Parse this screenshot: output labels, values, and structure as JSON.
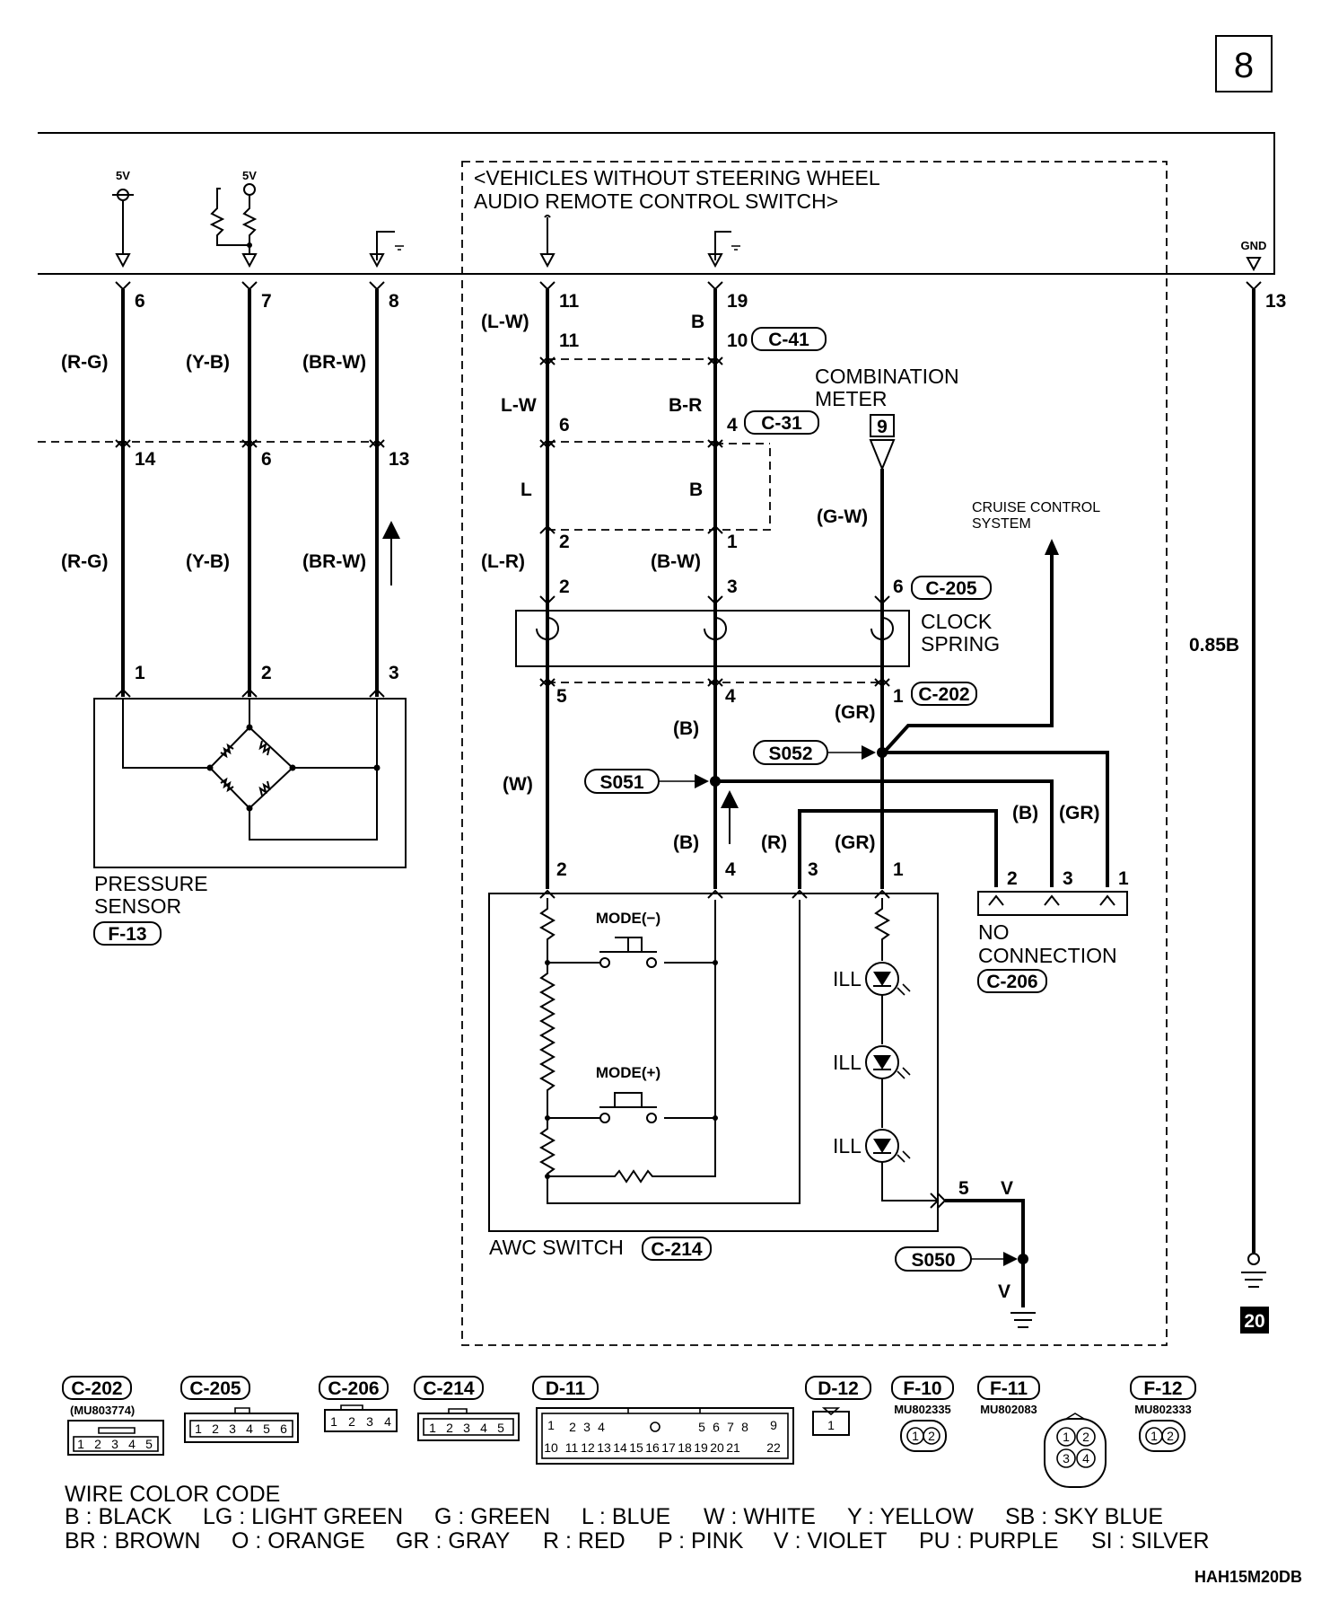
{
  "page_number": "8",
  "variant_note": [
    "<VEHICLES WITHOUT STEERING WHEEL",
    "AUDIO REMOTE CONTROL SWITCH>"
  ],
  "supply": {
    "v5_a": "5V",
    "v5_b": "5V",
    "gnd": "GND"
  },
  "ecu_pins": [
    "6",
    "7",
    "8",
    "11",
    "19",
    "13"
  ],
  "left_wires": {
    "top_colors": [
      "(R-G)",
      "(Y-B)",
      "(BR-W)"
    ],
    "mid_pins": [
      "14",
      "6",
      "13"
    ],
    "low_colors": [
      "(R-G)",
      "(Y-B)",
      "(BR-W)"
    ],
    "sensor_pins": [
      "1",
      "2",
      "3"
    ]
  },
  "pressure_sensor": {
    "name": [
      "PRESSURE",
      "SENSOR"
    ],
    "ref": "F-13"
  },
  "center": {
    "c41": {
      "ref": "C-41",
      "pins": [
        "11",
        "10"
      ],
      "colors": [
        "(L-W)",
        "B"
      ]
    },
    "c31": {
      "ref": "C-31",
      "pins": [
        "6",
        "4"
      ],
      "colors": [
        "L-W",
        "B-R"
      ]
    },
    "mid_colors": [
      "L",
      "B"
    ],
    "lower_pins": [
      "2",
      "1"
    ],
    "lower_colors": [
      "(L-R)",
      "(B-W)"
    ],
    "c205": {
      "ref": "C-205",
      "pins": [
        "2",
        "3",
        "6"
      ]
    },
    "combination_meter": {
      "name": [
        "COMBINATION",
        "METER"
      ],
      "pin": "9"
    },
    "meter_wire": "(G-W)",
    "cruise": [
      "CRUISE CONTROL",
      "SYSTEM"
    ],
    "clock_spring": [
      "CLOCK",
      "SPRING"
    ],
    "c202": {
      "ref": "C-202",
      "pins": [
        "5",
        "4",
        "1"
      ]
    },
    "colors_below_cs": [
      "(W)",
      "(B)",
      "(GR)"
    ],
    "s052": "S052",
    "s051": "S051",
    "colors_lower": [
      "(B)",
      "(R)",
      "(GR)"
    ],
    "colors_c206": [
      "(B)",
      "(GR)"
    ],
    "awc_pins": [
      "2",
      "4",
      "3",
      "1"
    ],
    "c206": {
      "ref": "C-206",
      "pins": [
        "2",
        "3",
        "1"
      ],
      "name": [
        "NO",
        "CONNECTION"
      ]
    },
    "switches": [
      "MODE(−)",
      "MODE(+)"
    ],
    "ill": [
      "ILL",
      "ILL",
      "ILL"
    ],
    "awc_switch": {
      "name": "AWC SWITCH",
      "ref": "C-214"
    },
    "pin5": "5",
    "violet": [
      "V",
      "V"
    ],
    "s050": "S050"
  },
  "gnd_wire": {
    "pin": "13",
    "color": "0.85B",
    "page": "20"
  },
  "connectors": [
    {
      "ref": "C-202",
      "part": "(MU803774)",
      "pins": [
        "1",
        "2",
        "3",
        "4",
        "5"
      ]
    },
    {
      "ref": "C-205",
      "part": "",
      "pins": [
        "1",
        "2",
        "3",
        "4",
        "5",
        "6"
      ]
    },
    {
      "ref": "C-206",
      "part": "",
      "pins": [
        "1",
        "2",
        "3",
        "4"
      ]
    },
    {
      "ref": "C-214",
      "part": "",
      "pins": [
        "1",
        "2",
        "3",
        "4",
        "5"
      ]
    },
    {
      "ref": "D-11",
      "part": "",
      "pins_top": [
        "1",
        "2",
        "3",
        "4",
        "5",
        "6",
        "7",
        "8",
        "9"
      ],
      "pins_bottom": [
        "10",
        "11",
        "12",
        "13",
        "14",
        "15",
        "16",
        "17",
        "18",
        "19",
        "20",
        "21",
        "22"
      ]
    },
    {
      "ref": "D-12",
      "part": "",
      "pins": [
        "1"
      ]
    },
    {
      "ref": "F-10",
      "part": "MU802335",
      "pins": [
        "1",
        "2"
      ]
    },
    {
      "ref": "F-11",
      "part": "MU802083",
      "pins": [
        "1",
        "2",
        "3",
        "4"
      ]
    },
    {
      "ref": "F-12",
      "part": "MU802333",
      "pins": [
        "1",
        "2"
      ]
    }
  ],
  "wire_color_code": {
    "title": "WIRE COLOR CODE",
    "row1": [
      "B : BLACK",
      "LG : LIGHT GREEN",
      "G : GREEN",
      "L : BLUE",
      "W : WHITE",
      "Y : YELLOW",
      "SB : SKY BLUE"
    ],
    "row2": [
      "BR : BROWN",
      "O : ORANGE",
      "GR : GRAY",
      "R : RED",
      "P : PINK",
      "V : VIOLET",
      "PU : PURPLE",
      "SI : SILVER"
    ]
  },
  "doc_code": "HAH15M20DB"
}
